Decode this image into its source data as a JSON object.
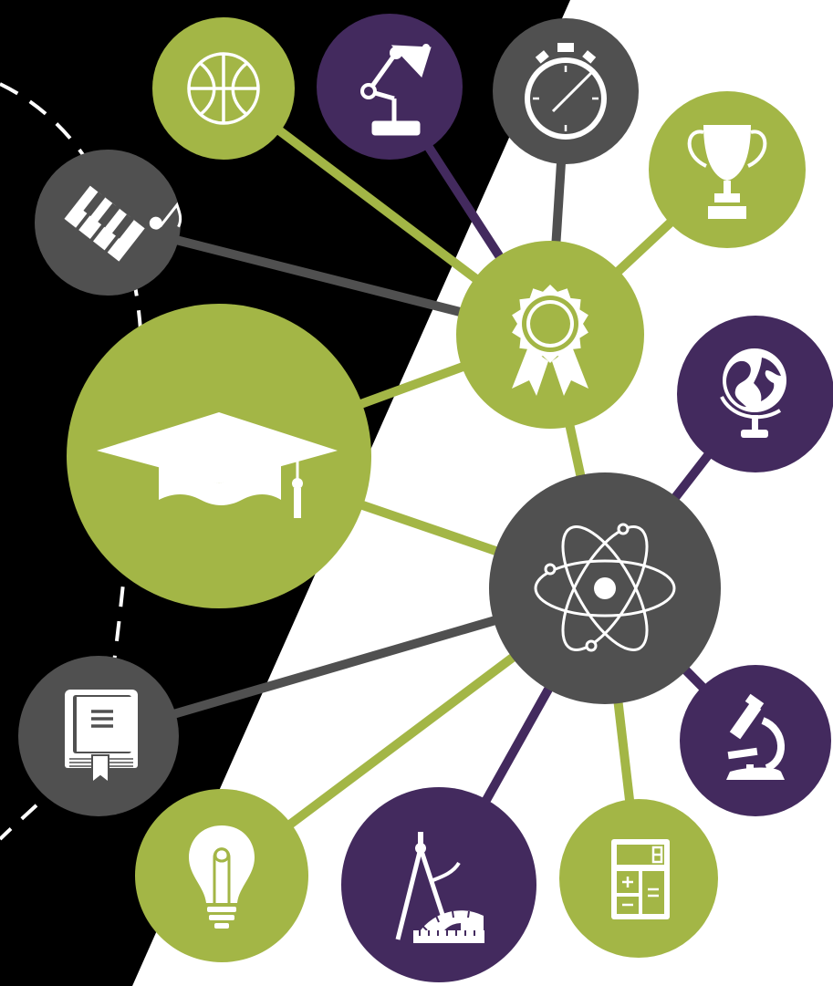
{
  "colors": {
    "black": "#000000",
    "white": "#ffffff",
    "green": "#a3b646",
    "purple": "#432a5e",
    "gray": "#505050",
    "dash": "#ffffff"
  },
  "hub": {
    "icon": "award-ribbon-icon",
    "color": "green"
  },
  "core": {
    "icon": "atom-icon",
    "color": "gray"
  },
  "main_node": {
    "icon": "graduation-cap-icon",
    "color": "green"
  },
  "hub_spokes": [
    {
      "icon": "basketball-icon",
      "color": "green"
    },
    {
      "icon": "desk-lamp-icon",
      "color": "purple"
    },
    {
      "icon": "stopwatch-icon",
      "color": "gray"
    },
    {
      "icon": "trophy-icon",
      "color": "green"
    },
    {
      "icon": "piano-keys-icon",
      "color": "gray"
    }
  ],
  "core_spokes": [
    {
      "icon": "globe-icon",
      "color": "purple"
    },
    {
      "icon": "microscope-icon",
      "color": "purple"
    },
    {
      "icon": "calculator-icon",
      "color": "green"
    },
    {
      "icon": "compass-protractor-icon",
      "color": "purple"
    },
    {
      "icon": "lightbulb-icon",
      "color": "green"
    },
    {
      "icon": "book-icon",
      "color": "gray"
    }
  ]
}
